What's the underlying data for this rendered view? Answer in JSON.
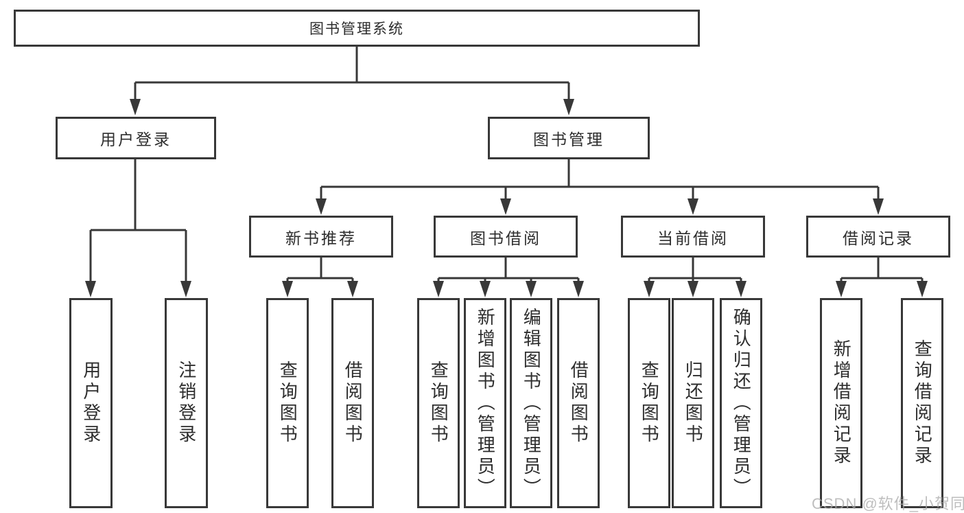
{
  "diagram": {
    "root": {
      "label": "图书管理系统"
    },
    "branches": [
      {
        "label": "用户登录",
        "children": [
          {
            "label": "用户登录"
          },
          {
            "label": "注销登录"
          }
        ]
      },
      {
        "label": "图书管理",
        "children": [
          {
            "label": "新书推荐",
            "children": [
              {
                "label": "查询图书"
              },
              {
                "label": "借阅图书"
              }
            ]
          },
          {
            "label": "图书借阅",
            "children": [
              {
                "label": "查询图书"
              },
              {
                "label": "新增图书（管理员）"
              },
              {
                "label": "编辑图书（管理员）"
              },
              {
                "label": "借阅图书"
              }
            ]
          },
          {
            "label": "当前借阅",
            "children": [
              {
                "label": "查询图书"
              },
              {
                "label": "归还图书"
              },
              {
                "label": "确认归还（管理员）"
              }
            ]
          },
          {
            "label": "借阅记录",
            "children": [
              {
                "label": "新增借阅记录"
              },
              {
                "label": "查询借阅记录"
              }
            ]
          }
        ]
      }
    ]
  },
  "watermark": {
    "text": "CSDN @软件_小贺同学"
  },
  "colors": {
    "line": "#383838",
    "text": "#2d2d2d",
    "background": "#ffffff",
    "watermark": "#a8a8a8"
  }
}
